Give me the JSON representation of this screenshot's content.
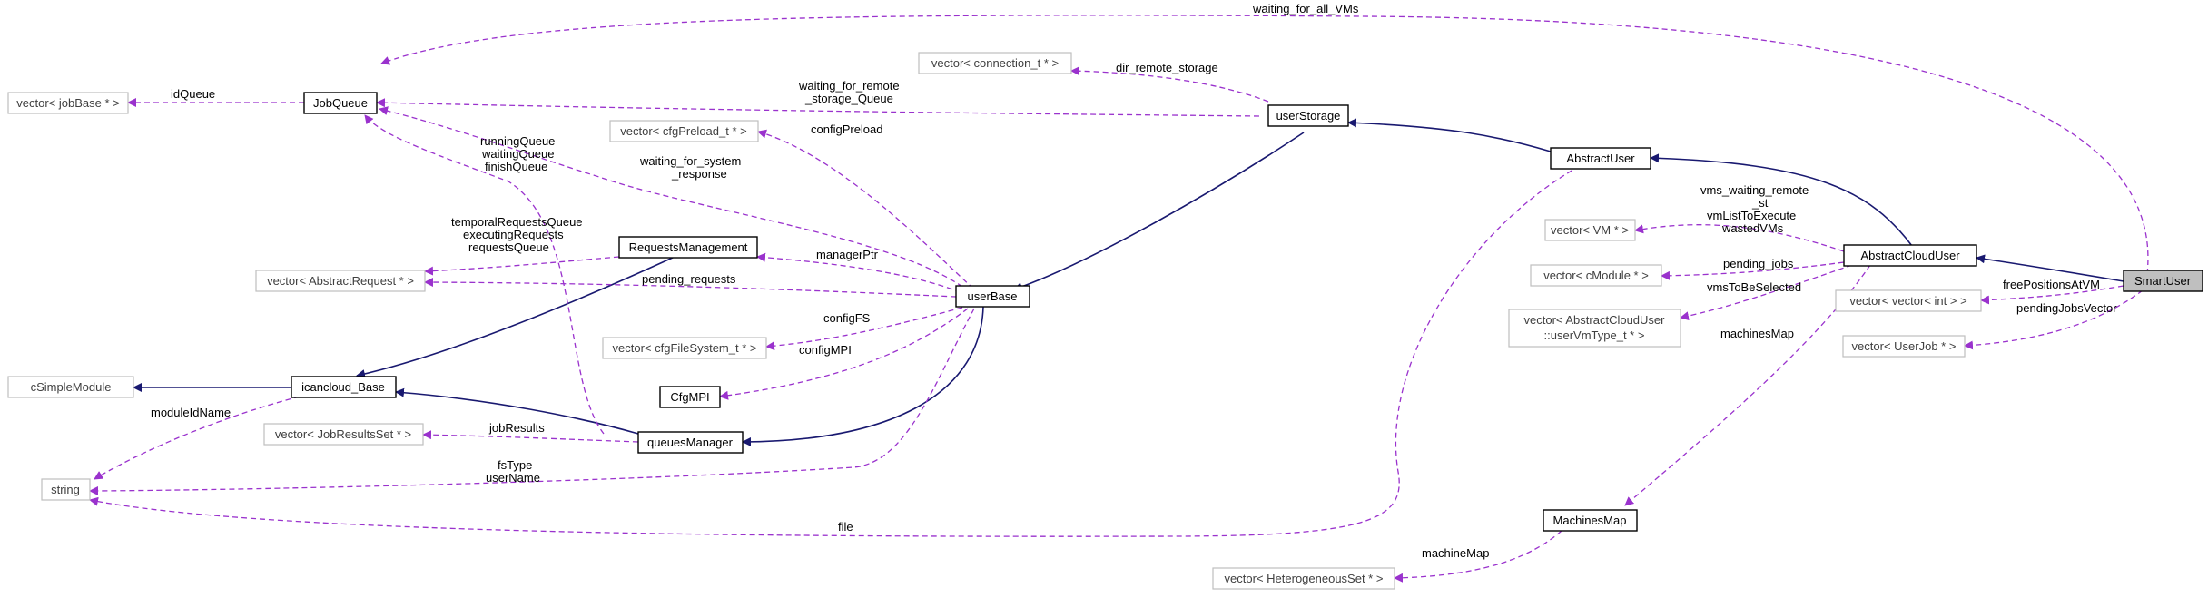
{
  "nodes": {
    "SmartUser": "SmartUser",
    "AbstractCloudUser": "AbstractCloudUser",
    "AbstractUser": "AbstractUser",
    "userStorage": "userStorage",
    "userBase": "userBase",
    "JobQueue": "JobQueue",
    "RequestsManagement": "RequestsManagement",
    "icancloud_Base": "icancloud_Base",
    "queuesManager": "queuesManager",
    "cSimpleModule": "cSimpleModule",
    "string": "string",
    "CfgMPI": "CfgMPI",
    "MachinesMap": "MachinesMap",
    "vec_jobBase": "vector< jobBase * >",
    "vec_connection": "vector< connection_t * >",
    "vec_cfgPreload": "vector< cfgPreload_t * >",
    "vec_AbstractRequest": "vector< AbstractRequest * >",
    "vec_cfgFileSystem": "vector< cfgFileSystem_t * >",
    "vec_JobResultsSet": "vector< JobResultsSet * >",
    "vec_VM": "vector< VM * >",
    "vec_cModule": "vector< cModule * >",
    "vec_userVmType_l1": "vector< AbstractCloudUser",
    "vec_userVmType_l2": "::userVmType_t * >",
    "vec_vec_int": "vector< vector< int > >",
    "vec_UserJob": "vector< UserJob * >",
    "vec_HeterogeneousSet": "vector< HeterogeneousSet * >"
  },
  "edge_labels": {
    "waiting_for_all_VMs": "waiting_for_all_VMs",
    "idQueue": "idQueue",
    "dir_remote_storage": "dir_remote_storage",
    "waiting_remote_1": "waiting_for_remote",
    "waiting_remote_2": "_storage_Queue",
    "configPreload": "configPreload",
    "waiting_system_1": "waiting_for_system",
    "waiting_system_2": "_response",
    "runningQueue": "runningQueue",
    "waitingQueue": "waitingQueue",
    "finishQueue": "finishQueue",
    "temporalRequestsQueue": "temporalRequestsQueue",
    "executingRequests": "executingRequests",
    "requestsQueue": "requestsQueue",
    "managerPtr": "managerPtr",
    "pending_requests": "pending_requests",
    "configFS": "configFS",
    "configMPI": "configMPI",
    "moduleIdName": "moduleIdName",
    "jobResults": "jobResults",
    "fsType": "fsType",
    "userName": "userName",
    "file": "file",
    "vms_waiting_remote": "vms_waiting_remote",
    "st": "_st",
    "vmListToExecute": "vmListToExecute",
    "wastedVMs": "wastedVMs",
    "pending_jobs": "pending_jobs",
    "vmsToBeSelected": "vmsToBeSelected",
    "machinesMap": "machinesMap",
    "freePositionsAtVM": "freePositionsAtVM",
    "pendingJobsVector": "pendingJobsVector",
    "machineMap": "machineMap"
  },
  "colors": {
    "inheritance_edge": "#191970",
    "usage_edge": "#9a32cd",
    "focus_fill": "#bfbfbf",
    "external_border": "#bfbfbf"
  }
}
